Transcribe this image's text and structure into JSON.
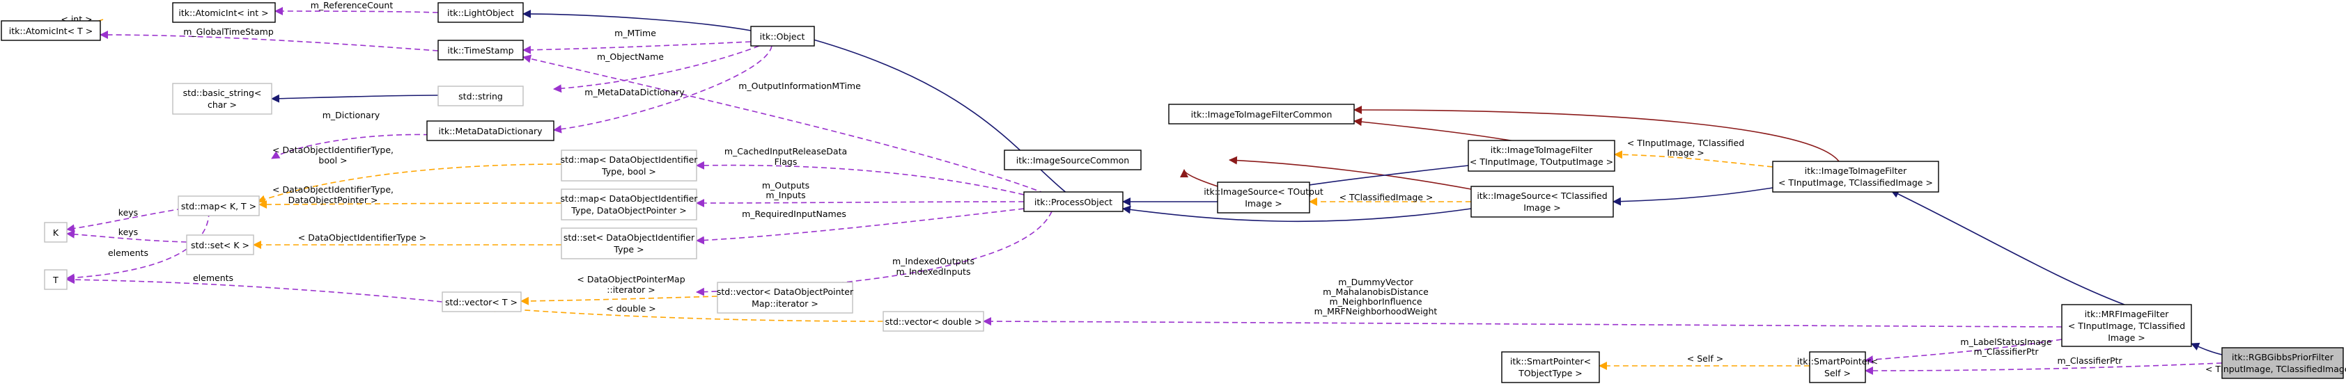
{
  "colors": {
    "member": "#9a32cd",
    "template": "#ffa500",
    "inherit": "#191970",
    "inherit_private": "#8b1a1a",
    "focus_fill": "#bfbfbf"
  },
  "nodes": {
    "atomicint_t": [
      "itk::AtomicInt< T >"
    ],
    "atomicint_int": [
      "itk::AtomicInt< int >"
    ],
    "lightobject": [
      "itk::LightObject"
    ],
    "object": [
      "itk::Object"
    ],
    "timestamp": [
      "itk::TimeStamp"
    ],
    "basic_string": [
      "std::basic_string<",
      "char >"
    ],
    "string": [
      "std::string"
    ],
    "metadatadictionary": [
      "itk::MetaDataDictionary"
    ],
    "map_kt": [
      "std::map< K, T >"
    ],
    "k": [
      "K"
    ],
    "t": [
      "T"
    ],
    "set_k": [
      "std::set< K >"
    ],
    "map_bool": [
      "std::map< DataObjectIdentifier",
      "Type, bool >"
    ],
    "map_ptr": [
      "std::map< DataObjectIdentifier",
      "Type, DataObjectPointer >"
    ],
    "set_doid": [
      "std::set< DataObjectIdentifier",
      "Type >"
    ],
    "vector_t": [
      "std::vector< T >"
    ],
    "vector_ptrmap": [
      "std::vector< DataObjectPointer",
      "Map::iterator >"
    ],
    "vector_double": [
      "std::vector< double >"
    ],
    "processobject": [
      "itk::ProcessObject"
    ],
    "imagesourcecommon": [
      "itk::ImageSourceCommon"
    ],
    "imagesource_tout": [
      "itk::ImageSource< TOutput",
      "Image >"
    ],
    "imagetoimagefiltercommon": [
      "itk::ImageToImageFilterCommon"
    ],
    "imagetoimagefilter_tt": [
      "itk::ImageToImageFilter",
      "< TInputImage, TOutputImage >"
    ],
    "imagesource_tclass": [
      "itk::ImageSource< TClassified",
      "Image >"
    ],
    "imagetoimagefilter_tc": [
      "itk::ImageToImageFilter",
      "< TInputImage, TClassifiedImage >"
    ],
    "mrfimagefilter": [
      "itk::MRFImageFilter",
      "< TInputImage, TClassified",
      "Image >"
    ],
    "smartpointer_tobj": [
      "itk::SmartPointer<",
      "TObjectType >"
    ],
    "smartpointer_self": [
      "itk::SmartPointer<",
      "Self >"
    ],
    "rgbgibbs": [
      "itk::RGBGibbsPriorFilter",
      "< TInputImage, TClassifiedImage >"
    ]
  },
  "labels": {
    "int_tmpl": "< int >",
    "global_timestamp": "m_GlobalTimeStamp",
    "reference_count": "m_ReferenceCount",
    "mtime": "m_MTime",
    "object_name": "m_ObjectName",
    "metadatadictionary": "m_MetaDataDictionary",
    "dictionary": "m_Dictionary",
    "output_information_mtime": "m_OutputInformationMTime",
    "cached_input_release": [
      "m_CachedInputReleaseData",
      "Flags"
    ],
    "outputs_inputs": [
      "m_Outputs",
      "m_Inputs"
    ],
    "required_input_names": "m_RequiredInputNames",
    "indexed_outputs_inputs": [
      "m_IndexedOutputs",
      "m_IndexedInputs"
    ],
    "doid_bool": [
      "< DataObjectIdentifierType,",
      "bool >"
    ],
    "doid_ptr": [
      "< DataObjectIdentifierType,",
      "DataObjectPointer >"
    ],
    "doid_type": "< DataObjectIdentifierType >",
    "keys_1": "keys",
    "keys_2": "keys",
    "elements_1": "elements",
    "elements_2": "elements",
    "ptrmap_iter": [
      "< DataObjectPointerMap",
      "::iterator >"
    ],
    "double_tmpl": "< double >",
    "mrf_members": [
      "m_DummyVector",
      "m_MahalanobisDistance",
      "m_NeighborInfluence",
      "m_MRFNeighborhoodWeight"
    ],
    "classified_image": "< TClassifiedImage >",
    "tinput_tclassified": [
      "< TInputImage, TClassified",
      "Image >"
    ],
    "label_status": [
      "m_LabelStatusImage",
      "m_ClassifierPtr"
    ],
    "classifier_ptr": "m_ClassifierPtr",
    "self_tmpl": "< Self >"
  }
}
